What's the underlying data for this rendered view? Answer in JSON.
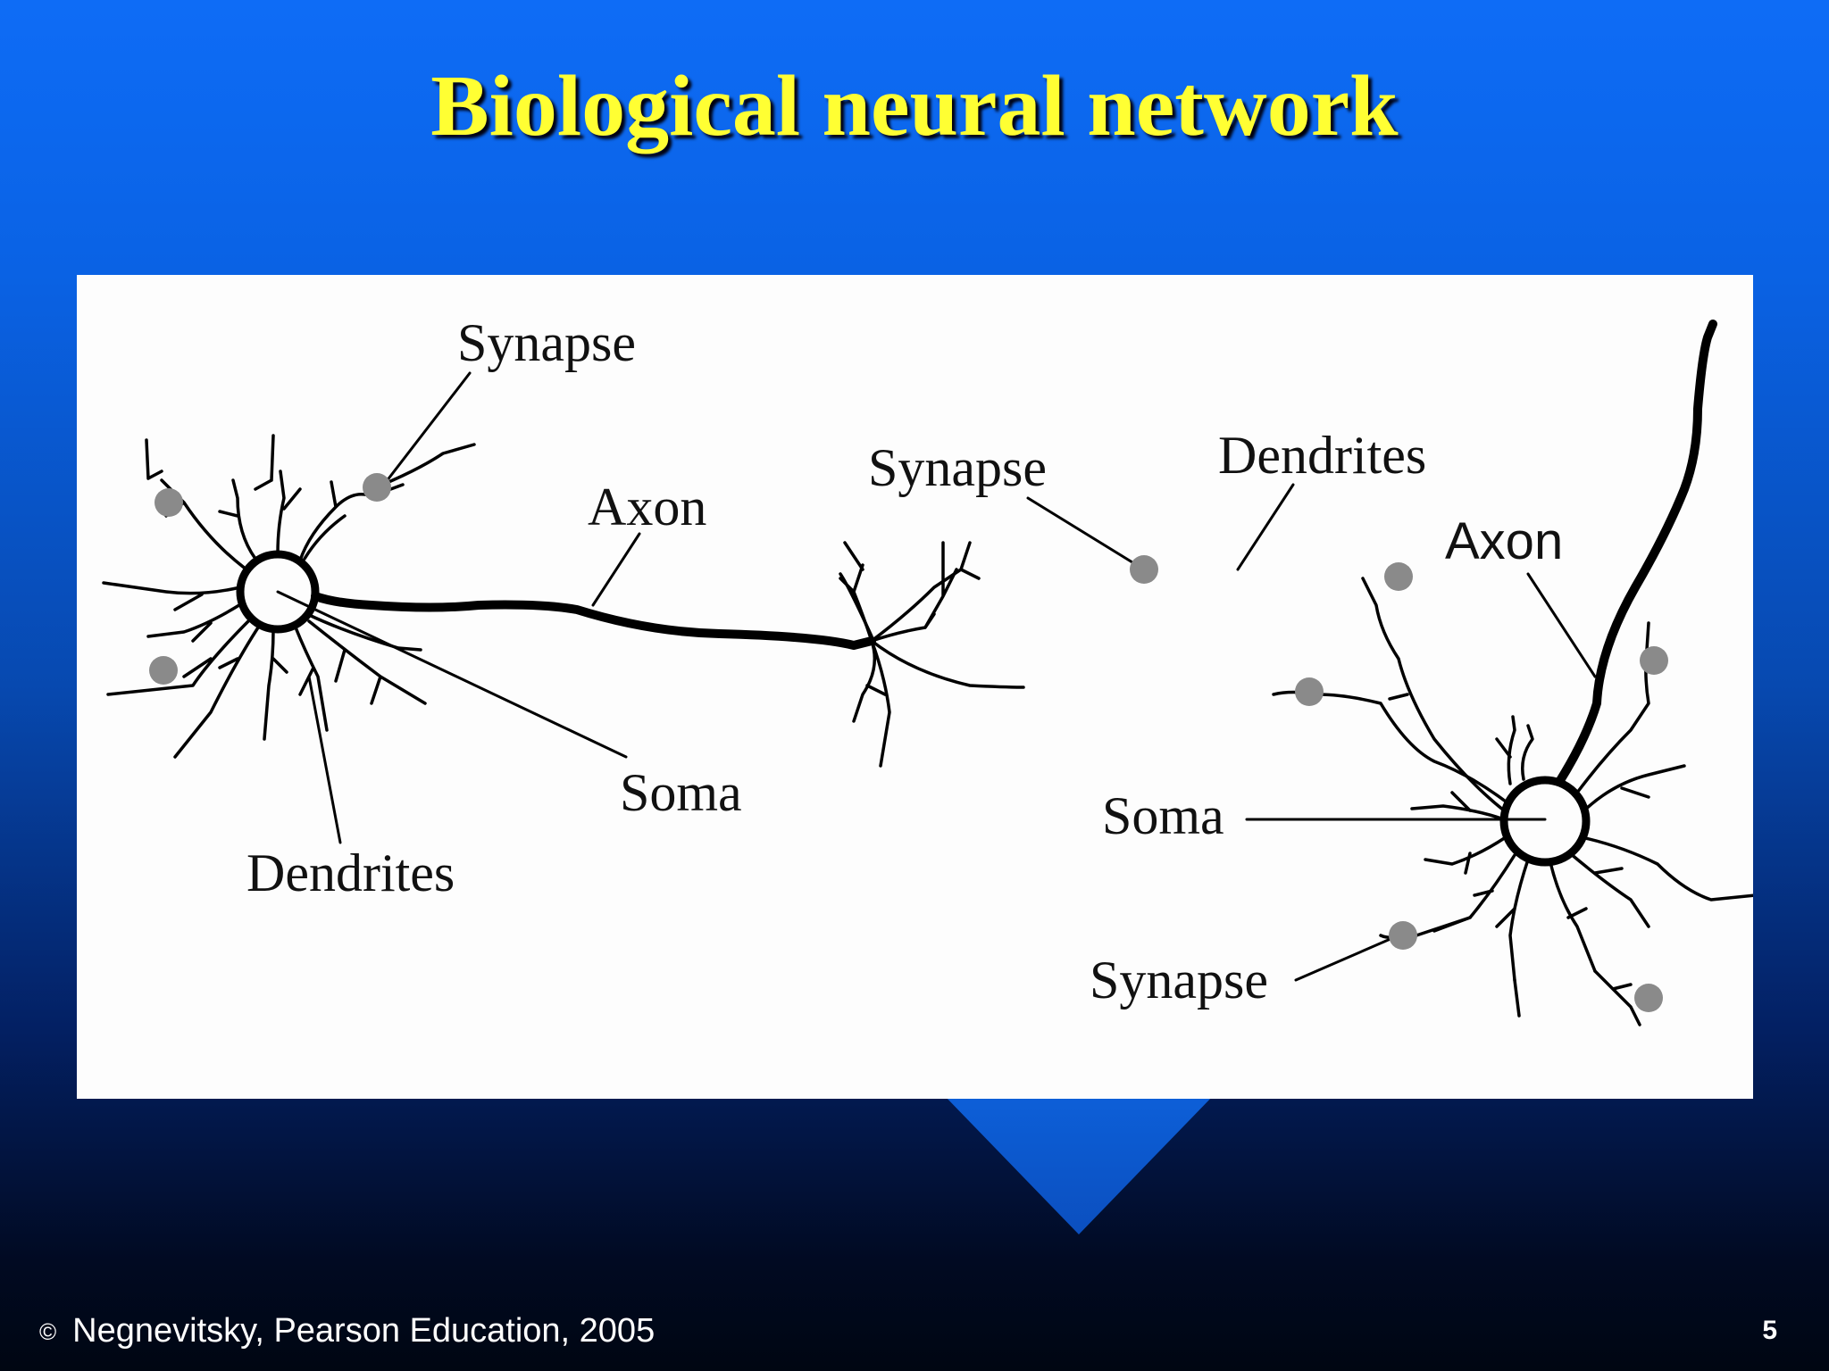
{
  "slide": {
    "title": "Biological neural network",
    "page_number": "5"
  },
  "footer": {
    "copyright_symbol": "©",
    "text": "Negnevitsky, Pearson Education, 2005"
  },
  "diagram": {
    "labels": {
      "synapse_top": "Synapse",
      "axon_left": "Axon",
      "soma_left": "Soma",
      "dendrites_left": "Dendrites",
      "synapse_middle": "Synapse",
      "dendrites_middle": "Dendrites",
      "axon_right": "Axon",
      "soma_right": "Soma",
      "synapse_bottom": "Synapse"
    },
    "colors": {
      "background": "#0a62e4",
      "title": "#ffff33",
      "neuron": "#000000",
      "synapse": "#8a8a8a"
    }
  }
}
